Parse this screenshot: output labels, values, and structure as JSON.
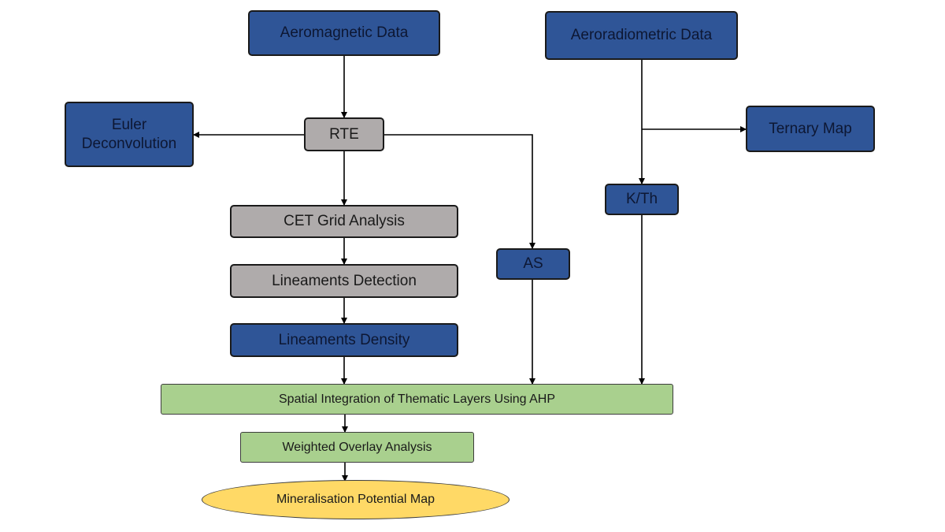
{
  "nodes": {
    "aeromagnetic": "Aeromagnetic Data",
    "aeroradiometric": "Aeroradiometric Data",
    "euler_line1": "Euler",
    "euler_line2": "Deconvolution",
    "rte": "RTE",
    "ternary": "Ternary Map",
    "kth": "K/Th",
    "cet": "CET Grid Analysis",
    "as": "AS",
    "lineaments_detection": "Lineaments Detection",
    "lineaments_density": "Lineaments Density",
    "spatial_integration": "Spatial Integration of Thematic Layers Using AHP",
    "weighted_overlay": "Weighted Overlay Analysis",
    "mineralisation": "Mineralisation Potential Map"
  },
  "colors": {
    "input_blue": "#2f5597",
    "process_gray": "#afabab",
    "integration_green": "#a9d08e",
    "output_yellow": "#ffd966"
  }
}
